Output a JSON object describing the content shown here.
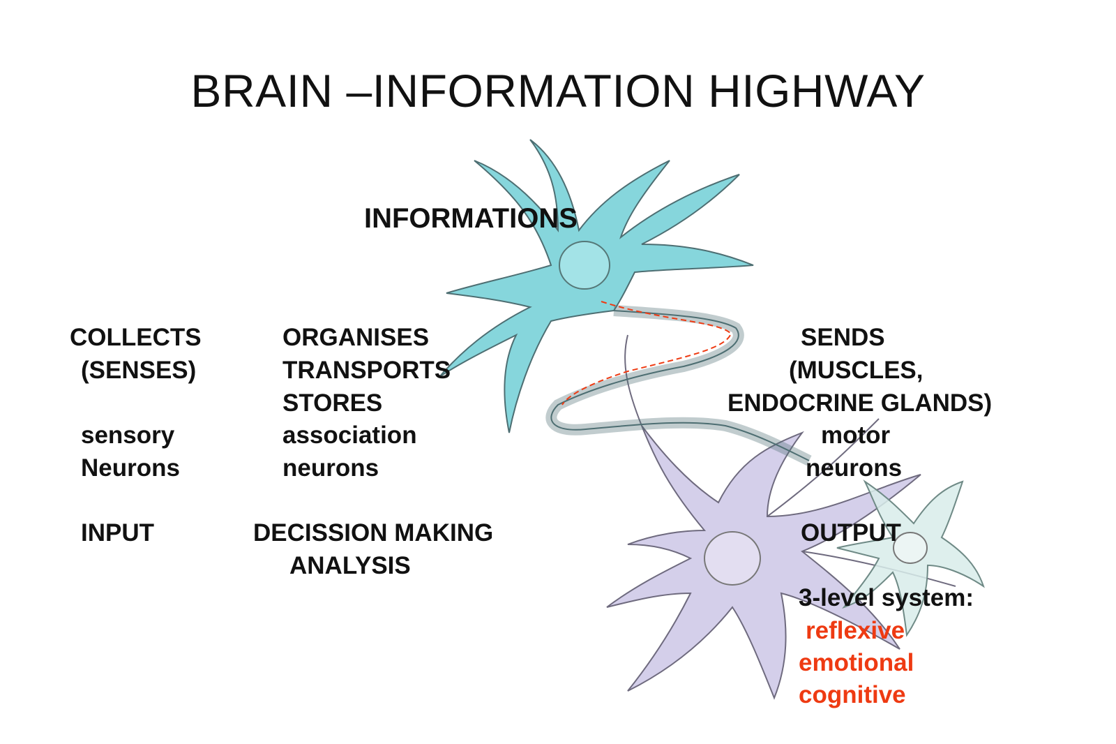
{
  "title": "BRAIN –INFORMATION HIGHWAY",
  "center_label": "INFORMATIONS",
  "input_column": {
    "action_1": "COLLECTS",
    "action_2": "(SENSES)",
    "neuron_1": "sensory",
    "neuron_2": "Neurons",
    "role": "INPUT"
  },
  "processing_column": {
    "action_1": "ORGANISES",
    "action_2": "TRANSPORTS",
    "action_3": "STORES",
    "neuron_1": "association",
    "neuron_2": "neurons",
    "role_1": "DECISSION MAKING",
    "role_2": "ANALYSIS"
  },
  "output_column": {
    "action_1": "SENDS",
    "action_2": "(MUSCLES,",
    "action_3": "ENDOCRINE GLANDS)",
    "neuron_1": "motor",
    "neuron_2": "neurons",
    "role": "OUTPUT"
  },
  "levels": {
    "heading": "3-level system:",
    "items": [
      "reflexive",
      "emotional",
      "cognitive"
    ]
  },
  "colors": {
    "neuron_top": "#79d2d8",
    "neuron_bottom": "#cdc7e6",
    "neuron_small": "#d8ecea",
    "highlight": "#ee3a12"
  }
}
